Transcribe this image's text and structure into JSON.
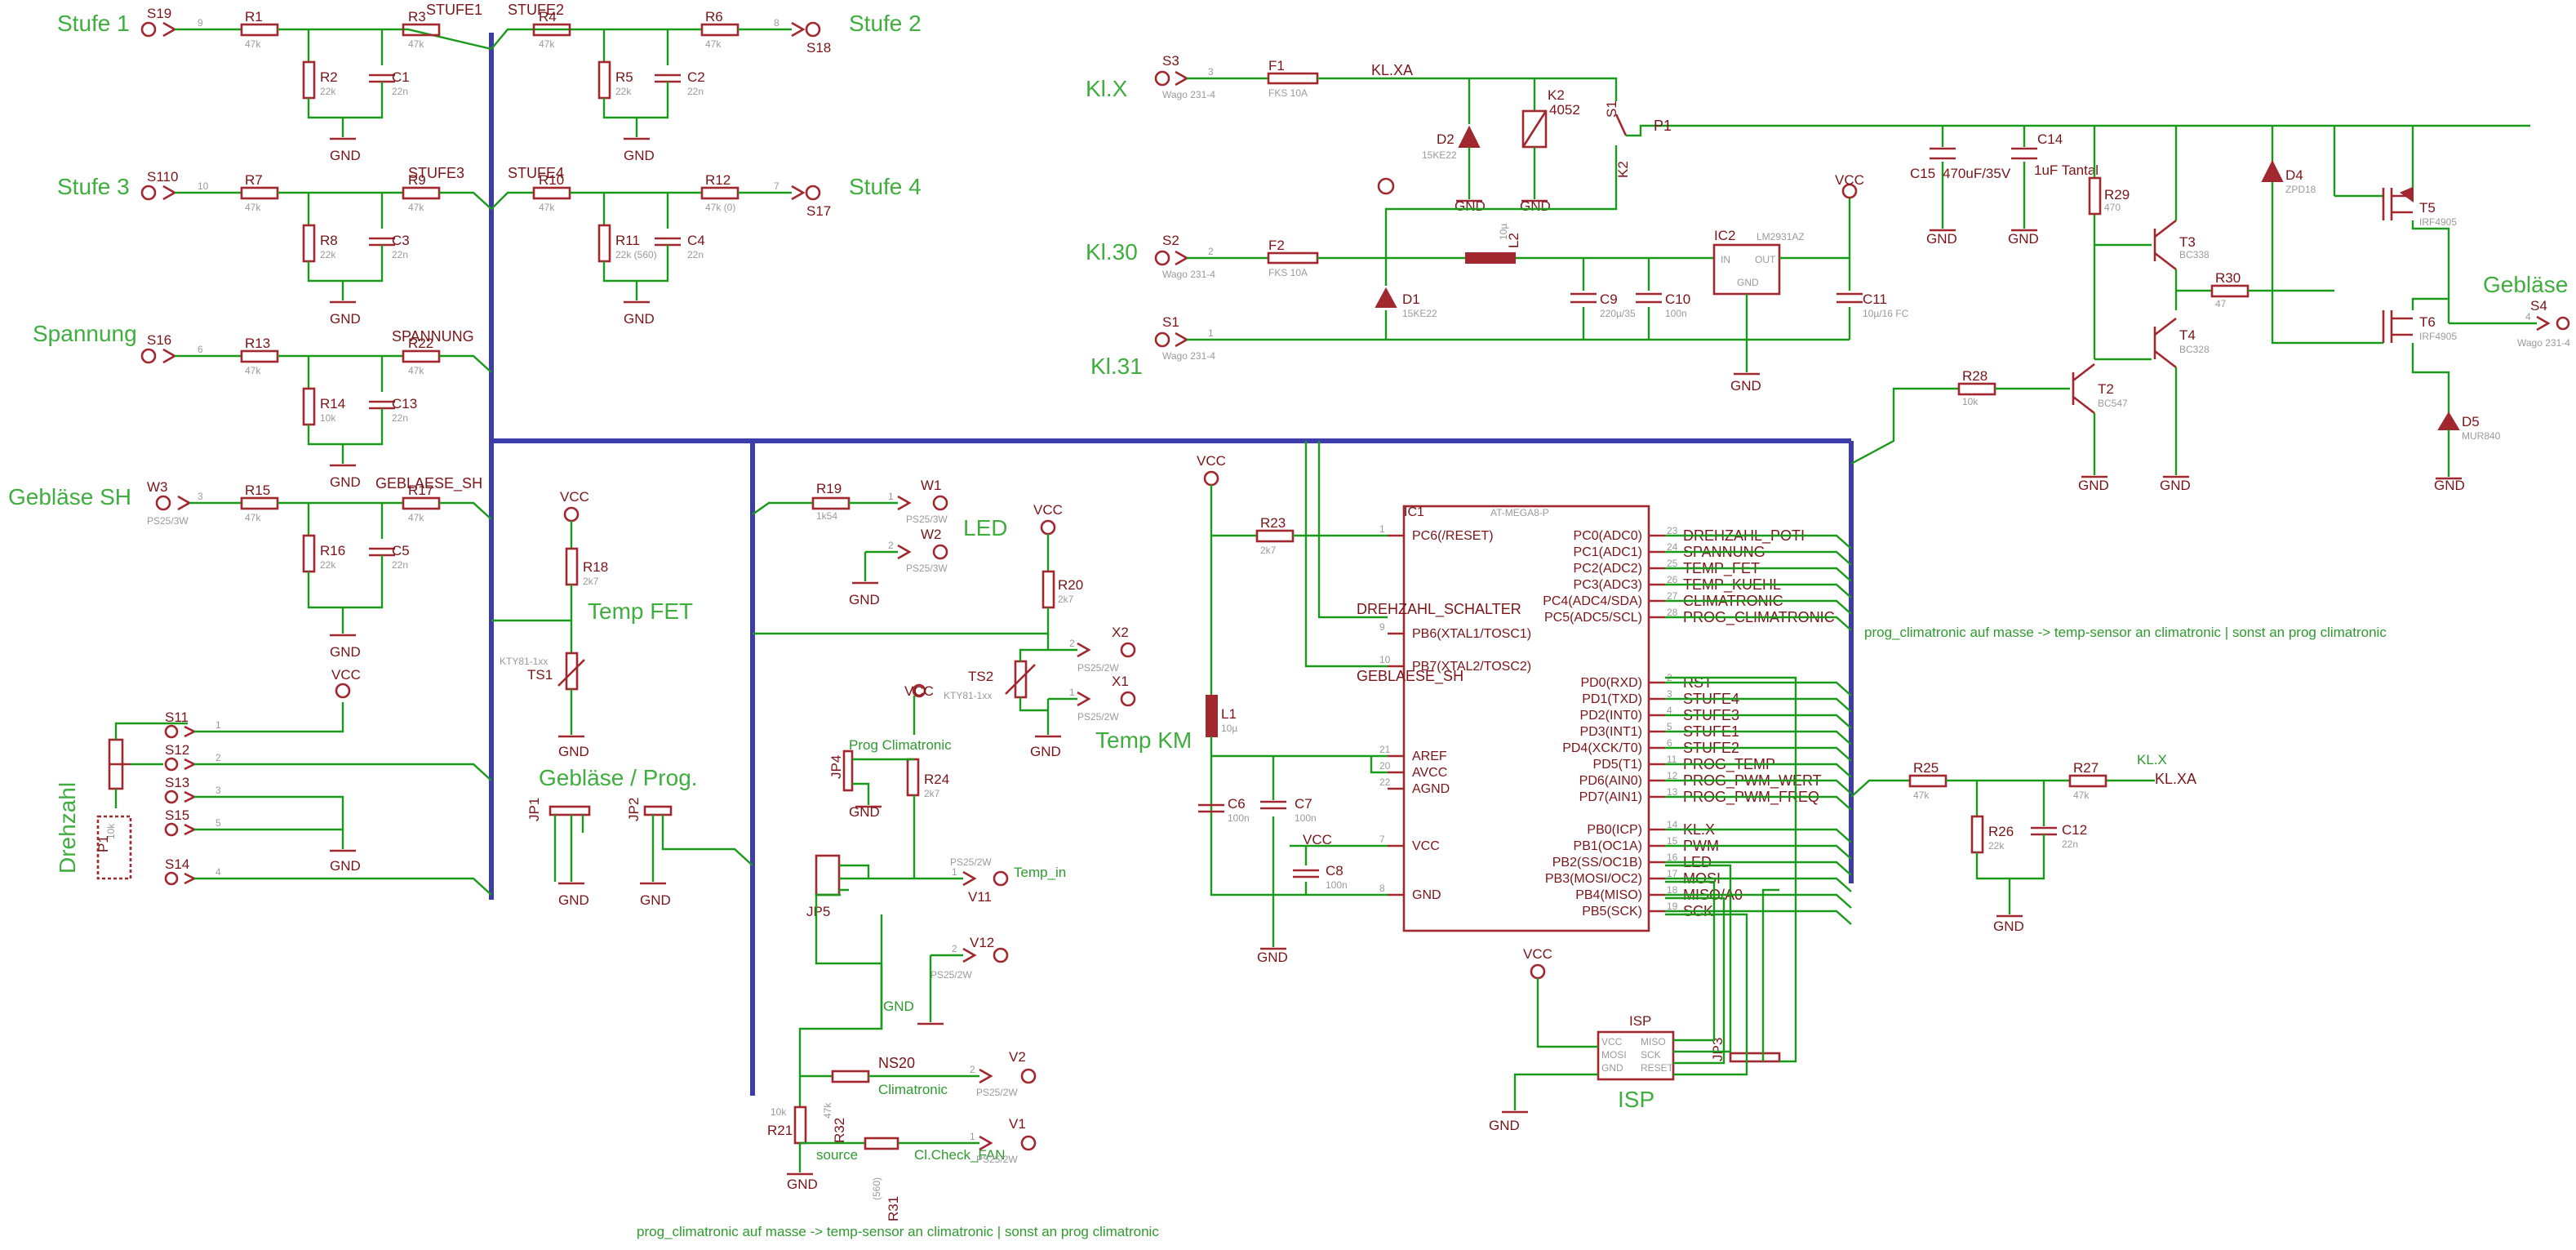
{
  "labels": {
    "stufe1": "Stufe 1",
    "stufe2": "Stufe 2",
    "stufe3": "Stufe 3",
    "stufe4": "Stufe 4",
    "spannung": "Spannung",
    "geblaese_sh": "Gebläse SH",
    "drehzahl": "Drehzahl",
    "kl_x": "Kl.X",
    "kl_30": "Kl.30",
    "kl_31": "Kl.31",
    "geblaese": "Gebläse",
    "temp_fet": "Temp FET",
    "led": "LED",
    "temp_km": "Temp KM",
    "geblaese_prog": "Gebläse / Prog.",
    "isp": "ISP",
    "prog_climatronic": "Prog Climatronic",
    "temp_in": "Temp_in",
    "climatronic": "Climatronic",
    "source": "source",
    "cl_check_fan": "Cl.Check_FAN",
    "kl_xa_right": "KL.X",
    "note1": "prog_climatronic auf masse -> temp-sensor an climatronic | sonst an prog climatronic",
    "note2": "prog_climatronic auf masse -> temp-sensor an climatronic | sonst an prog climatronic"
  },
  "nets": {
    "stufe1": "STUFE1",
    "stufe2": "STUFE2",
    "stufe3": "STUFE3",
    "stufe4": "STUFE4",
    "spannung": "SPANNUNG",
    "geblaese_sh": "GEBLAESE_SH",
    "kl_xa": "KL.XA",
    "kl_xa2": "KL.XA",
    "gnd": "GND",
    "vcc": "VCC",
    "p1": "P1",
    "ns20": "NS20"
  },
  "parts": {
    "s19": "S19",
    "s18": "S18",
    "s110": "S110",
    "s17": "S17",
    "s16": "S16",
    "w3": "W3",
    "r1": "R1",
    "r2": "R2",
    "c1": "C1",
    "r3": "R3",
    "r4": "R4",
    "r5": "R5",
    "c2": "C2",
    "r6": "R6",
    "r7": "R7",
    "r8": "R8",
    "c3": "C3",
    "r9": "R9",
    "r10": "R10",
    "r11": "R11",
    "c4": "C4",
    "r12": "R12",
    "r13": "R13",
    "r14": "R14",
    "c13": "C13",
    "r22": "R22",
    "r15": "R15",
    "r16": "R16",
    "c5": "C5",
    "r17": "R17",
    "s11": "S11",
    "s12": "S12",
    "s13": "S13",
    "s15": "S15",
    "s14": "S14",
    "p1": "P1",
    "r18": "R18",
    "ts1": "TS1",
    "jp1": "JP1",
    "jp2": "JP2",
    "r19": "R19",
    "w1": "W1",
    "w2": "W2",
    "r20": "R20",
    "x2": "X2",
    "x1": "X1",
    "ts2": "TS2",
    "jp4": "JP4",
    "r24": "R24",
    "jp5": "JP5",
    "v11": "V11",
    "v12": "V12",
    "v2": "V2",
    "v1": "V1",
    "r21": "R21",
    "r32": "R32",
    "r31": "R31",
    "s3": "S3",
    "f1": "F1",
    "k2": "K2",
    "k2v": "4052",
    "d2": "D2",
    "s2": "S2",
    "f2": "F2",
    "s1": "S1",
    "d1": "D1",
    "l2": "L2",
    "c9": "C9",
    "c10": "C10",
    "ic2": "IC2",
    "ic2v": "LM2931AZ",
    "c11": "C11",
    "c15": "C15",
    "c15v": "470uF/35V",
    "c14": "C14",
    "c14v": "1uF Tantal",
    "r29": "R29",
    "t3": "T3",
    "r30": "R30",
    "t4": "T4",
    "d4": "D4",
    "t5": "T5",
    "t6": "T6",
    "s4": "S4",
    "d5": "D5",
    "r28": "R28",
    "t2": "T2",
    "ic1": "IC1",
    "ic1v": "AT-MEGA8-P",
    "r23": "R23",
    "l1": "L1",
    "c6": "C6",
    "c7": "C7",
    "c8": "C8",
    "r25": "R25",
    "r26": "R26",
    "c12": "C12",
    "r27": "R27",
    "isp": "ISP",
    "jp3": "JP3"
  },
  "values": {
    "r47k": "47k",
    "r22k": "22k",
    "c22n": "22n",
    "r10k": "10k",
    "r2k7": "2k7",
    "r1k54": "1k54",
    "r47k_0": "47k (0)",
    "r22k_560": "22k (560)",
    "r470": "470",
    "r47": "47",
    "c100n": "100n",
    "l10u": "10µ",
    "c220u": "220µ/35",
    "c10u": "10µ/16 FC",
    "wago": "Wago 231-4",
    "fks": "FKS 10A",
    "ps25": "PS25/3W",
    "ps25_2": "PS25/2W",
    "kty": "KTY81-1xx",
    "d15": "15KE22",
    "bc338": "BC338",
    "bc328": "BC328",
    "bc547": "BC547",
    "irf": "IRF4905",
    "zpd": "ZPD18",
    "mur": "MUR840",
    "r560": "(560)"
  },
  "ic1": {
    "left": [
      {
        "pin": "1",
        "name": "PC6(/RESET)"
      },
      {
        "pin": "9",
        "name": "PB6(XTAL1/TOSC1)"
      },
      {
        "pin": "10",
        "name": "PB7(XTAL2/TOSC2)"
      },
      {
        "pin": "21",
        "name": "AREF"
      },
      {
        "pin": "20",
        "name": "AVCC"
      },
      {
        "pin": "22",
        "name": "AGND"
      },
      {
        "pin": "7",
        "name": "VCC"
      },
      {
        "pin": "8",
        "name": "GND"
      }
    ],
    "right": [
      {
        "pin": "23",
        "name": "PC0(ADC0)",
        "net": "DREHZAHL_POTI"
      },
      {
        "pin": "24",
        "name": "PC1(ADC1)",
        "net": "SPANNUNG"
      },
      {
        "pin": "25",
        "name": "PC2(ADC2)",
        "net": "TEMP_FET"
      },
      {
        "pin": "26",
        "name": "PC3(ADC3)",
        "net": "TEMP_KUEHL"
      },
      {
        "pin": "27",
        "name": "PC4(ADC4/SDA)",
        "net": "CLIMATRONIC"
      },
      {
        "pin": "28",
        "name": "PC5(ADC5/SCL)",
        "net": "PROG_CLIMATRONIC"
      },
      {
        "pin": "2",
        "name": "PD0(RXD)",
        "net": "RST"
      },
      {
        "pin": "3",
        "name": "PD1(TXD)",
        "net": "STUFE4"
      },
      {
        "pin": "4",
        "name": "PD2(INT0)",
        "net": "STUFE3"
      },
      {
        "pin": "5",
        "name": "PD3(INT1)",
        "net": "STUFE1"
      },
      {
        "pin": "6",
        "name": "PD4(XCK/T0)",
        "net": "STUFE2"
      },
      {
        "pin": "11",
        "name": "PD5(T1)",
        "net": "PROG_TEMP"
      },
      {
        "pin": "12",
        "name": "PD6(AIN0)",
        "net": "PROG_PWM_WERT"
      },
      {
        "pin": "13",
        "name": "PD7(AIN1)",
        "net": "PROG_PWM_FREQ"
      },
      {
        "pin": "14",
        "name": "PB0(ICP)",
        "net": "KL.X"
      },
      {
        "pin": "15",
        "name": "PB1(OC1A)",
        "net": "PWM"
      },
      {
        "pin": "16",
        "name": "PB2(SS/OC1B)",
        "net": "LED"
      },
      {
        "pin": "17",
        "name": "PB3(MOSI/OC2)",
        "net": "MOSI"
      },
      {
        "pin": "18",
        "name": "PB4(MISO)",
        "net": "MISO/A0"
      },
      {
        "pin": "19",
        "name": "PB5(SCK)",
        "net": "SCK"
      }
    ],
    "net_left": {
      "drehzahl_schalter": "DREHZAHL_SCHALTER",
      "geblaese_sh": "GEBLAESE_SH"
    }
  },
  "isp_pins": [
    "VCC",
    "MISO",
    "MOSI",
    "SCK",
    "GND",
    "RESET"
  ]
}
